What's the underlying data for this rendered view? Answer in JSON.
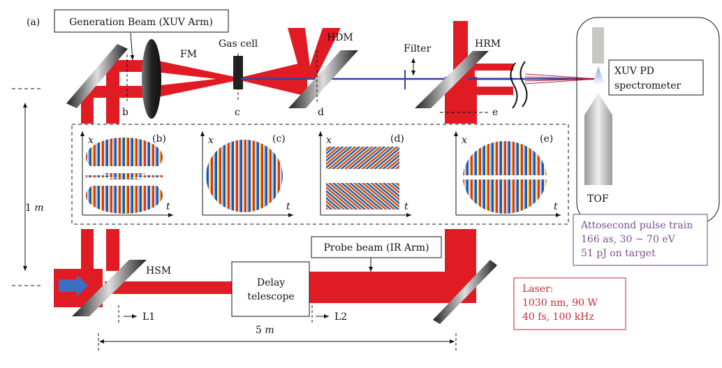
{
  "figure": {
    "panel_label": "(a)",
    "generation_beam": "Generation Beam (XUV Arm)",
    "probe_beam": "Probe beam (IR Arm)",
    "fm": "FM",
    "gas_cell": "Gas cell",
    "hdm": "HDM",
    "filter": "Filter",
    "hrm": "HRM",
    "hsm": "HSM",
    "delay_line1": "Delay",
    "delay_line2": "telescope",
    "xuv_line1": "XUV PD",
    "xuv_line2": "spectrometer",
    "tof": "TOF",
    "planes": {
      "b": "b",
      "c": "c",
      "d": "d",
      "e": "e"
    },
    "l1": "L1",
    "l2": "L2",
    "height_number": "1",
    "height_unit": "m",
    "length_number": "5",
    "length_unit": "m",
    "insets": [
      {
        "label": "(b)",
        "x_axis": "t",
        "y_axis": "x"
      },
      {
        "label": "(c)",
        "x_axis": "t",
        "y_axis": "x"
      },
      {
        "label": "(d)",
        "x_axis": "t",
        "y_axis": "x"
      },
      {
        "label": "(e)",
        "x_axis": "t",
        "y_axis": "x"
      }
    ],
    "attosecond": [
      "Attosecond pulse train",
      "166 as, 30 ~ 70 eV",
      "51 pJ on target"
    ],
    "laser": [
      "Laser:",
      "1030 nm, 90 W",
      "40 fs, 100 kHz"
    ],
    "colors": {
      "beam": "#e01b24",
      "xuv": "#3a3fa0",
      "purple": "#7a4f8f",
      "laser_red": "#c42a36"
    }
  }
}
